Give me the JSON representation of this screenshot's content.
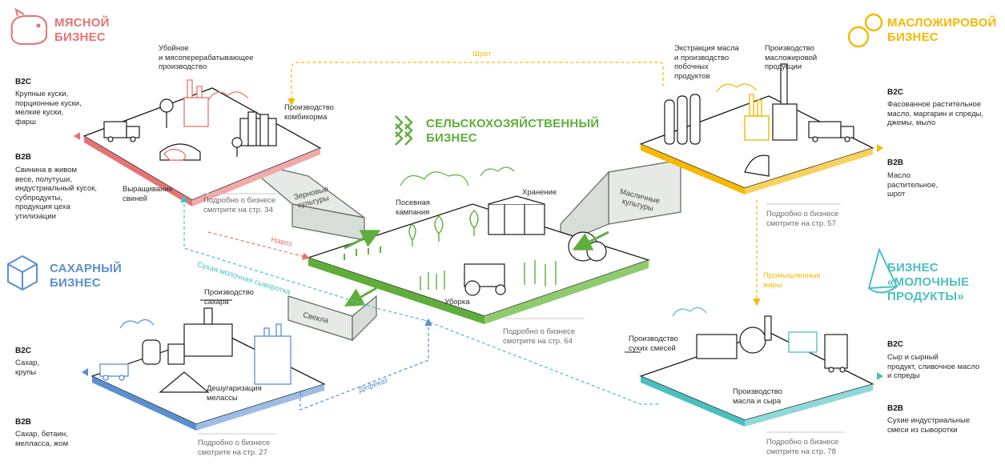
{
  "colors": {
    "meat": "#e57373",
    "oil": "#f6b800",
    "agri": "#5fae3b",
    "sugar": "#5b8fd0",
    "dairy": "#4bbfbf",
    "gray": "#8a8a8a"
  },
  "meat": {
    "title": "МЯСНОЙ\nБИЗНЕС",
    "icon": "pig-icon",
    "b2c_label": "B2C",
    "b2c_text": "Крупные куски,\nпорционные куски,\nмелкие куски,\nфарш",
    "b2b_label": "B2B",
    "b2b_text": "Свинина в живом\nвесе, полутуши,\nиндустриальный кусок,\nсубпродукты,\nпродукция цеха\nутилизации",
    "slaughter": "Убойное\nи мясоперерабатывающее\nпроизводство",
    "feed": "Производство\nкомбикорма",
    "pigs": "Выращивание\nсвиней",
    "more": "Подробно о бизнесе\nсмотрите на стр. 34"
  },
  "oil": {
    "title": "МАСЛОЖИРОВОЙ\nБИЗНЕС",
    "icon": "oil-drops-icon",
    "b2c_label": "B2C",
    "b2c_text": "Фасованное растительное\nмасло, маргарин и спреды,\nджемы, мыло",
    "b2b_label": "B2B",
    "b2b_text": "Масло\nрастительное,\nшрот",
    "extraction": "Экстракция масла\nи производство\nпобочных\nпродуктов",
    "fat_production": "Производство\nмасложировой\nпродукции",
    "more": "Подробно о бизнесе\nсмотрите на стр. 57"
  },
  "agri": {
    "title": "СЕЛЬСКОХОЗЯЙСТВЕННЫЙ\nБИЗНЕС",
    "icon": "wheat-icon",
    "sowing": "Посевная\nкампания",
    "storage": "Хранение",
    "harvest": "Уборка",
    "more": "Подробно о бизнесе\nсмотрите на стр. 64"
  },
  "sugar": {
    "title": "САХАРНЫЙ\nБИЗНЕС",
    "icon": "sugar-cube-icon",
    "b2c_label": "B2C",
    "b2c_text": "Сахар,\nкрупы",
    "b2b_label": "B2B",
    "b2b_text": "Сахар, бетаин,\nмелласса, жом",
    "sugar_production": "Производство\nсахара",
    "desugar": "Дешугаризация\nмелассы",
    "more": "Подробно о бизнесе\nсмотрите на стр. 27"
  },
  "dairy": {
    "title": "БИЗНЕС\n«МОЛОЧНЫЕ\nПРОДУКТЫ»",
    "icon": "cheese-icon",
    "b2c_label": "B2C",
    "b2c_text": "Сыр и сырный\nпродукт, сливочное масло\nи спреды",
    "b2b_label": "B2B",
    "b2b_text": "Сухие индустриальные\nсмеси из сыворотки",
    "dry_mix": "Производство\nсухих смесей",
    "butter_cheese": "Производство\nмасла и сыра",
    "more": "Подробно о бизнесе\nсмотрите на стр. 78"
  },
  "connectors": {
    "grain": "Зерновые\nкультуры",
    "oilseeds": "Масличные\nкультуры",
    "beet": "Свекла"
  },
  "flows": {
    "meal": "Шрот",
    "manure": "Навоз",
    "whey": "Сухая молочная сыворотка",
    "fats": "Промышленные\nжиры",
    "defecate": "Дефекат"
  }
}
